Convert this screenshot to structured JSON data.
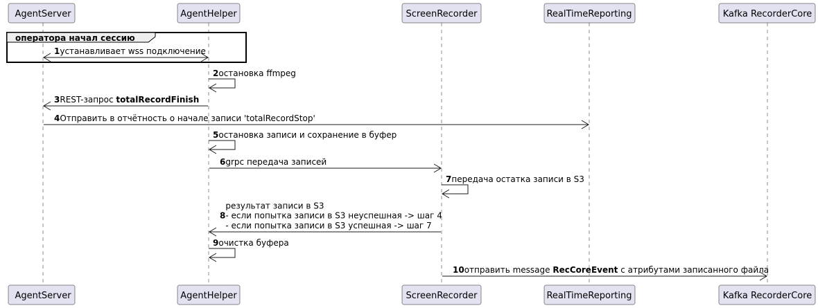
{
  "participants": [
    {
      "id": "agent_server",
      "name": "AgentServer"
    },
    {
      "id": "agent_helper",
      "name": "AgentHelper"
    },
    {
      "id": "screen_recorder",
      "name": "ScreenRecorder"
    },
    {
      "id": "rt_reporting",
      "name": "RealTimeReporting"
    },
    {
      "id": "kafka",
      "name": "Kafka RecorderCore"
    }
  ],
  "group": {
    "title": "оператора начал сессию"
  },
  "messages": [
    {
      "num": "1",
      "from": "agent_server",
      "to": "agent_helper",
      "bidirectional": true,
      "lines": [
        [
          {
            "t": "устанавливает wss подключение",
            "b": false
          }
        ]
      ]
    },
    {
      "num": "2",
      "from": "agent_helper",
      "to": "agent_helper",
      "lines": [
        [
          {
            "t": "остановка ffmpeg",
            "b": false
          }
        ]
      ]
    },
    {
      "num": "3",
      "from": "agent_helper",
      "to": "agent_server",
      "lines": [
        [
          {
            "t": "REST-запрос ",
            "b": false
          },
          {
            "t": "totalRecordFinish",
            "b": true
          }
        ]
      ]
    },
    {
      "num": "4",
      "from": "agent_server",
      "to": "rt_reporting",
      "lines": [
        [
          {
            "t": "Отправить в отчётность о начале записи 'totalRecordStop'",
            "b": false
          }
        ]
      ]
    },
    {
      "num": "5",
      "from": "agent_helper",
      "to": "agent_helper",
      "lines": [
        [
          {
            "t": "остановка записи и сохранение в буфер",
            "b": false
          }
        ]
      ]
    },
    {
      "num": "6",
      "from": "agent_helper",
      "to": "screen_recorder",
      "lines": [
        [
          {
            "t": "grpc передача записей",
            "b": false
          }
        ]
      ]
    },
    {
      "num": "7",
      "from": "screen_recorder",
      "to": "screen_recorder",
      "lines": [
        [
          {
            "t": "передача остатка записи в S3",
            "b": false
          }
        ]
      ]
    },
    {
      "num": "8",
      "from": "screen_recorder",
      "to": "agent_helper",
      "lines": [
        [
          {
            "t": "результат записи в S3",
            "b": false
          }
        ],
        [
          {
            "t": "- если попытка записи в S3 неуспешная -> шаг 4",
            "b": false
          }
        ],
        [
          {
            "t": "- если попытка записи в S3 успешная -> шаг 7",
            "b": false
          }
        ]
      ]
    },
    {
      "num": "9",
      "from": "agent_helper",
      "to": "agent_helper",
      "lines": [
        [
          {
            "t": "очистка буфера",
            "b": false
          }
        ]
      ]
    },
    {
      "num": "10",
      "from": "screen_recorder",
      "to": "kafka",
      "lines": [
        [
          {
            "t": "отправить message ",
            "b": false
          },
          {
            "t": "RecCoreEvent",
            "b": true
          },
          {
            "t": " с атрибутами записанного файла",
            "b": false
          }
        ]
      ]
    }
  ]
}
